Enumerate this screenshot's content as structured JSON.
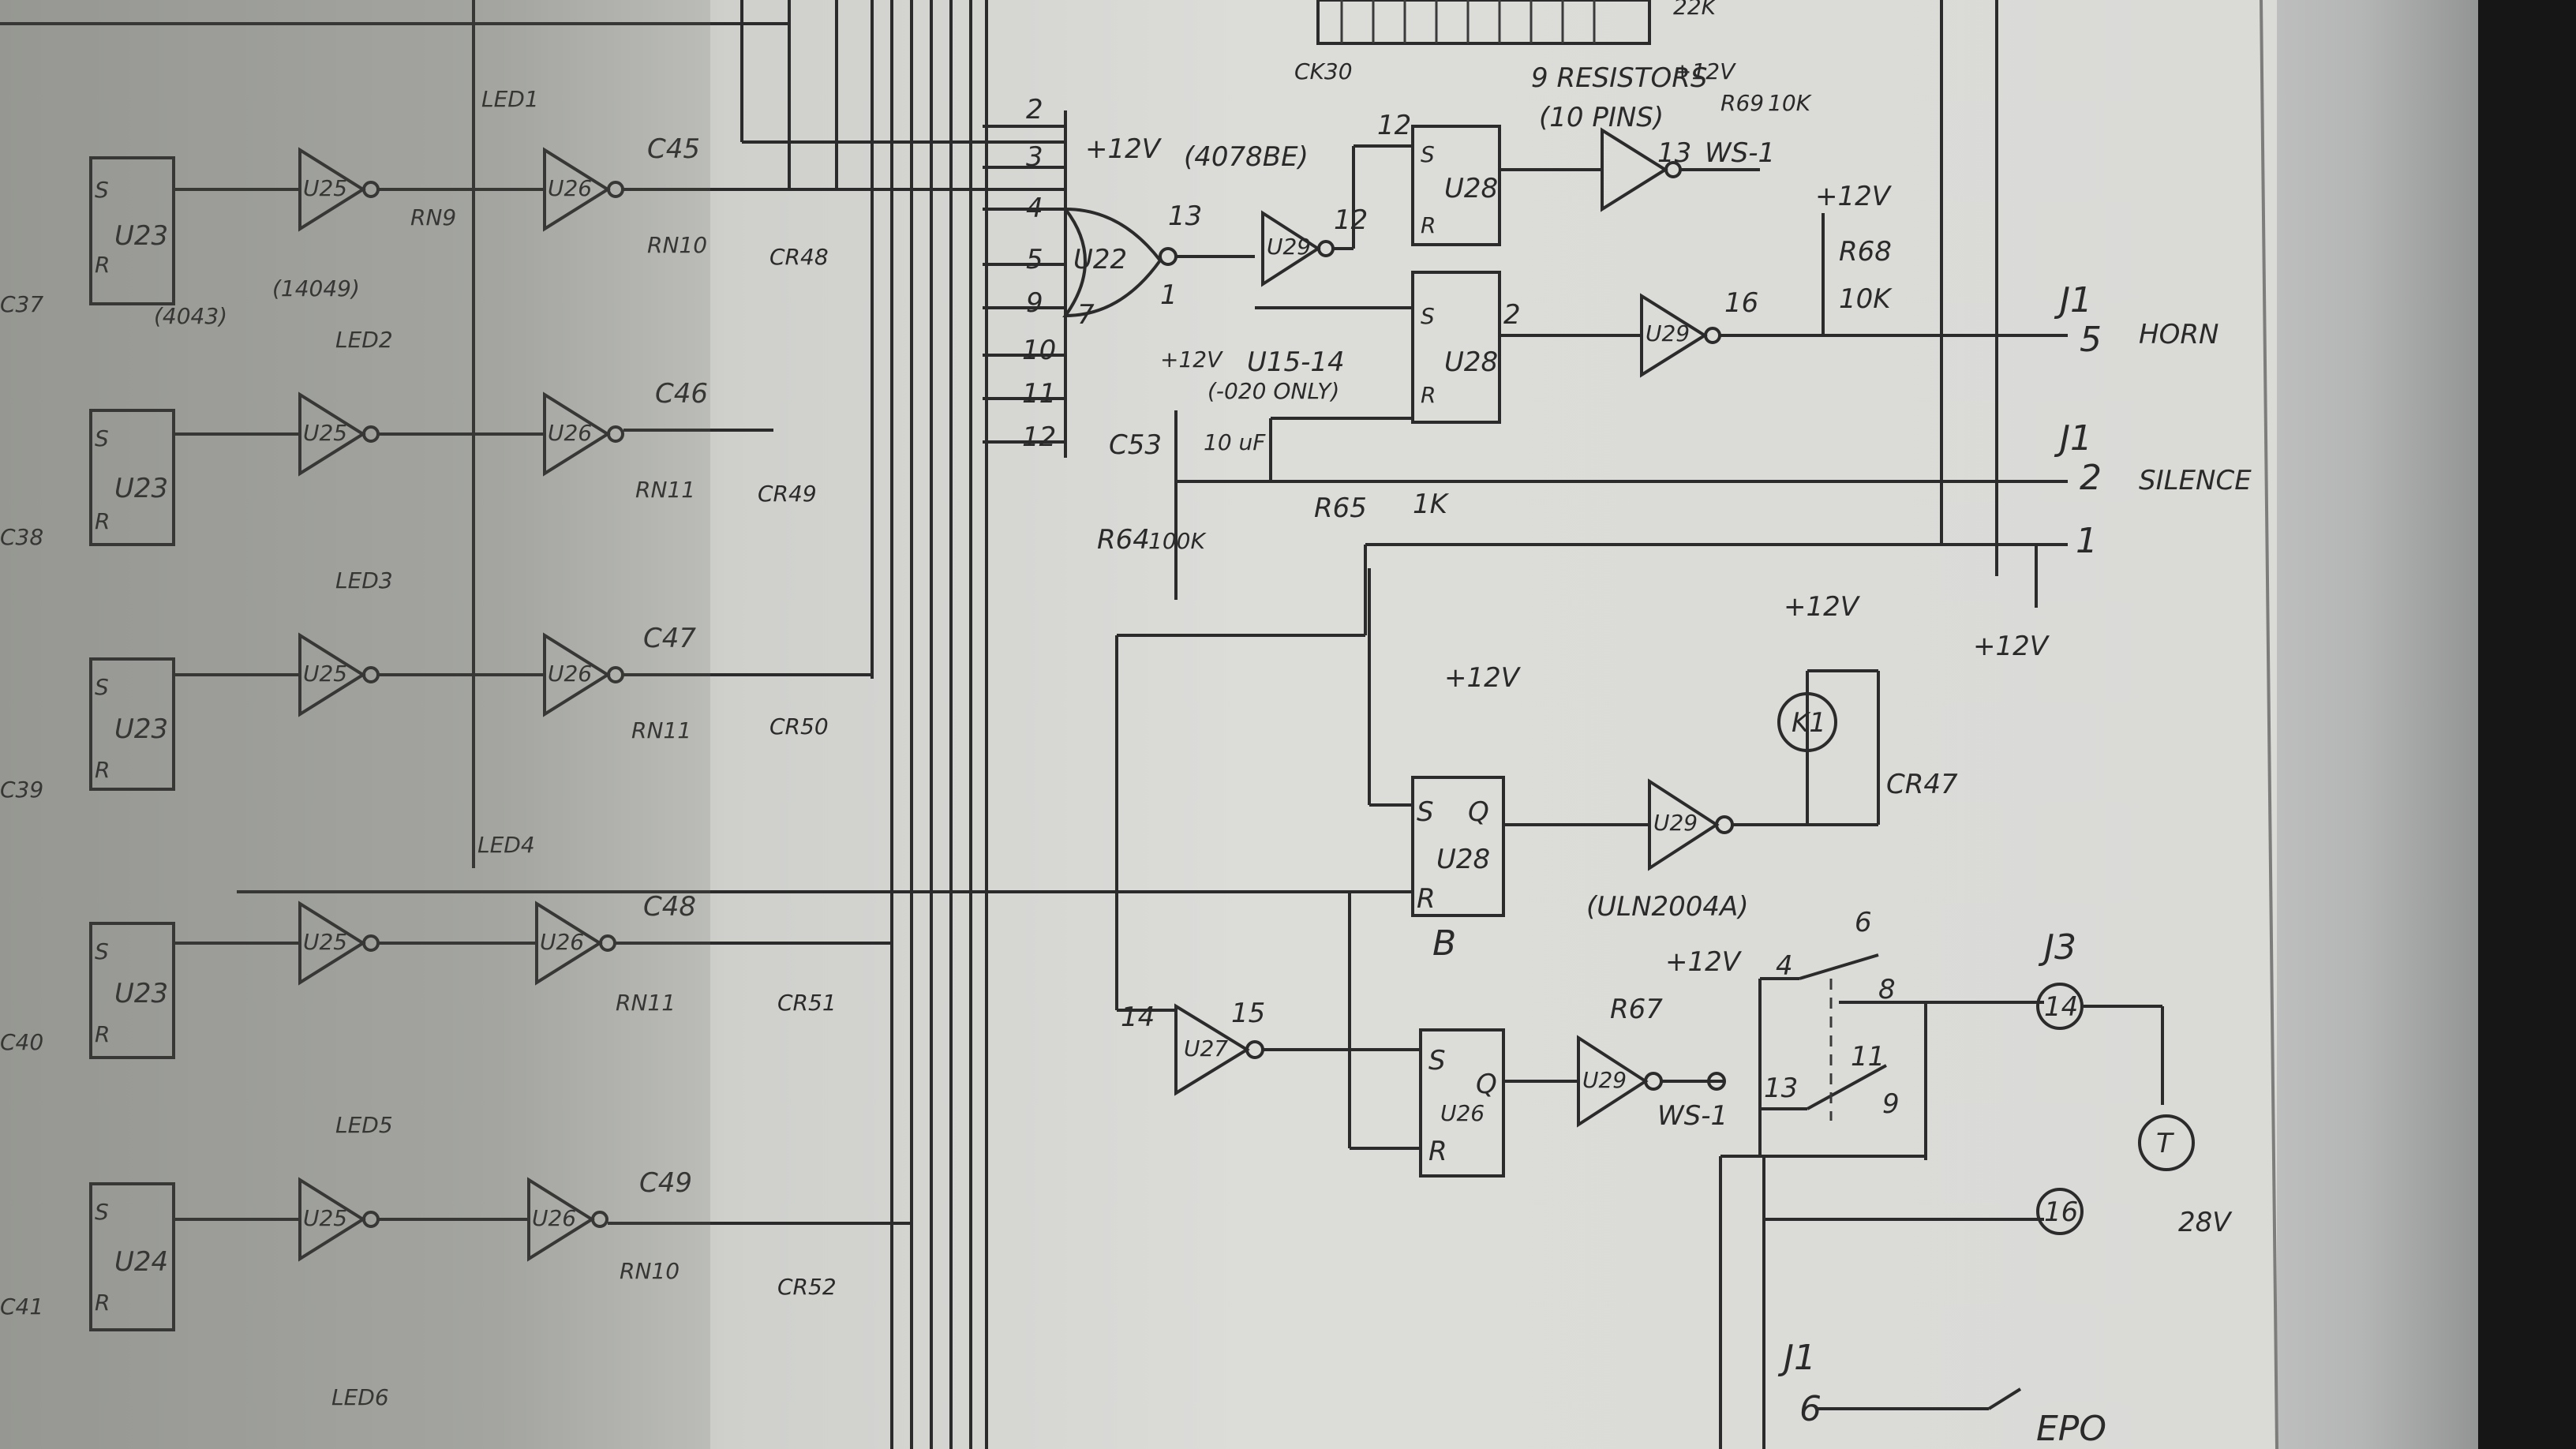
{
  "labels": {
    "ck30": "CK30",
    "resistors": "9 RESISTORS",
    "ten_pins": "(10 PINS)",
    "r_22k": "22K",
    "r_10k_top": "10K",
    "r69": "R69",
    "ws1_top": "WS-1",
    "part_4078": "(4078BE)",
    "u28_top": "U28",
    "u29_top": "U29",
    "u22": "U22",
    "u15_note": "U15-14",
    "only_note": "(-020 ONLY)",
    "u28_mid": "U28",
    "u29_mid": "U29",
    "r68": "R68",
    "r68_val": "10K",
    "j1_top": "J1",
    "horn": "HORN",
    "j1_silence": "J1",
    "silence": "SILENCE",
    "c53": "C53",
    "c53_val": "10 uF",
    "r65": "R65",
    "r65_val": "1K",
    "r64": "R64",
    "r64_val": "100K",
    "plus12v": "+12V",
    "k1": "K1",
    "cr47": "CR47",
    "u28_bottom": "U28",
    "u29_bottom": "U29",
    "uln": "(ULN2004A)",
    "u27": "U27",
    "u26": "U26",
    "u29_low": "U29",
    "r67": "R67",
    "ws1_bot": "WS-1",
    "j3": "J3",
    "j1_epo": "J1",
    "epo": "EPO",
    "t": "T",
    "v28": "28V",
    "u23_a": "U23",
    "u23_b": "U23",
    "u23_c": "U23",
    "u23_d": "U23",
    "u24": "U24",
    "u25_a": "U25",
    "u25_b": "U25",
    "u25_c": "U25",
    "u25_d": "U25",
    "u25_e": "U25",
    "u26_a": "U26",
    "u26_b": "U26",
    "u26_c": "U26",
    "u26_d": "U26",
    "u26_e": "U26",
    "c45": "C45",
    "c46": "C46",
    "c47": "C47",
    "c48": "C48",
    "c49": "C49",
    "cr48": "CR48",
    "cr49": "CR49",
    "cr50": "CR50",
    "cr51": "CR51",
    "cr52": "CR52",
    "rn9": "RN9",
    "rn10": "RN10",
    "rn11": "RN11",
    "led1": "LED1",
    "led2": "LED2",
    "led3": "LED3",
    "led4": "LED4",
    "led5": "LED5",
    "led6": "LED6",
    "p4049": "(14049)",
    "p4043": "(4043)",
    "c37": "C37",
    "c38": "C38",
    "c39": "C39",
    "c40": "C40",
    "c41": "C41"
  },
  "pins": {
    "p2": "2",
    "p3": "3",
    "p4": "4",
    "p5": "5",
    "p9": "9",
    "p10": "10",
    "p11": "11",
    "p12": "12",
    "p13": "13",
    "p14": "14",
    "p15": "15",
    "p16": "16",
    "p6": "6",
    "p8": "8",
    "p1": "1",
    "p7": "7",
    "s": "S",
    "r": "R",
    "q": "Q",
    "b": "B"
  },
  "colors": {
    "paper": "#d9d9d6",
    "ink": "#2b2b2b",
    "shadow": "#a9aaa6",
    "metal": "#bdbebe",
    "background": "#1b1b1b"
  }
}
